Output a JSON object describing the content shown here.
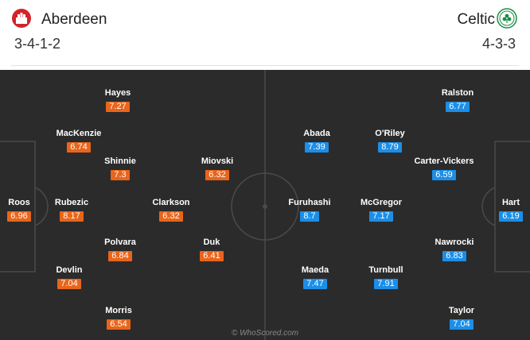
{
  "home": {
    "name": "Aberdeen",
    "formation": "3-4-1-2",
    "crest_icon": "aberdeen-crest-icon",
    "rating_color": "#e8651b",
    "players": [
      {
        "name": "Roos",
        "rating": "6.96"
      },
      {
        "name": "Hayes",
        "rating": "7.27"
      },
      {
        "name": "MacKenzie",
        "rating": "6.74"
      },
      {
        "name": "Shinnie",
        "rating": "7.3"
      },
      {
        "name": "Rubezic",
        "rating": "8.17"
      },
      {
        "name": "Polvara",
        "rating": "6.84"
      },
      {
        "name": "Devlin",
        "rating": "7.04"
      },
      {
        "name": "Morris",
        "rating": "6.54"
      },
      {
        "name": "Clarkson",
        "rating": "6.32"
      },
      {
        "name": "Miovski",
        "rating": "6.32"
      },
      {
        "name": "Duk",
        "rating": "6.41"
      }
    ]
  },
  "away": {
    "name": "Celtic",
    "formation": "4-3-3",
    "crest_icon": "celtic-crest-icon",
    "rating_color": "#1b8ee8",
    "players": [
      {
        "name": "Hart",
        "rating": "6.19"
      },
      {
        "name": "Ralston",
        "rating": "6.77"
      },
      {
        "name": "Carter-Vickers",
        "rating": "6.59"
      },
      {
        "name": "Nawrocki",
        "rating": "6.83"
      },
      {
        "name": "Taylor",
        "rating": "7.04"
      },
      {
        "name": "O'Riley",
        "rating": "8.79"
      },
      {
        "name": "McGregor",
        "rating": "7.17"
      },
      {
        "name": "Turnbull",
        "rating": "7.91"
      },
      {
        "name": "Abada",
        "rating": "7.39"
      },
      {
        "name": "Furuhashi",
        "rating": "8.7"
      },
      {
        "name": "Maeda",
        "rating": "7.47"
      }
    ]
  },
  "watermark": "© WhoScored.com"
}
